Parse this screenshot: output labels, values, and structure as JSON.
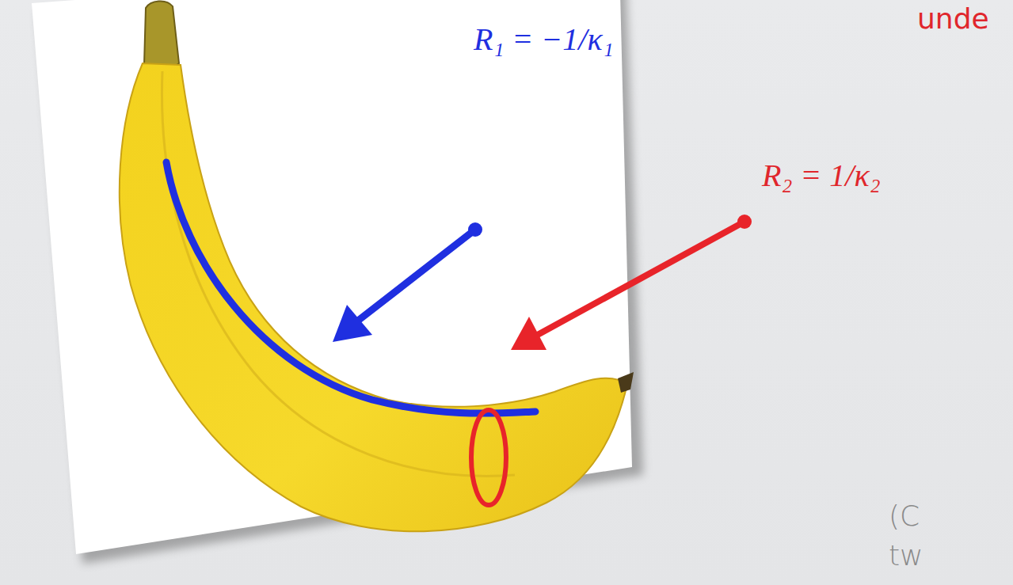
{
  "diagram": {
    "labels": [
      "R₁ = −1/κ₁",
      "R₂ = 1/κ₂",
      "unde",
      "(C",
      "tw"
    ]
  }
}
